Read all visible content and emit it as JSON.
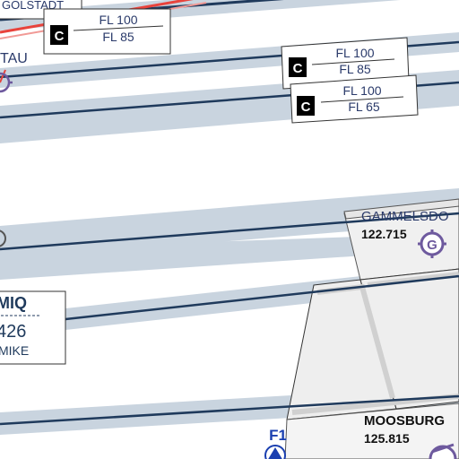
{
  "labels": {
    "golstadt": "GOLSTADT",
    "tau": "TAU",
    "gammelsdorf_name": "GAMMELSDO",
    "gammelsdorf_freq": "122.715",
    "moosburg_name": "MOOSBURG",
    "moosburg_freq": "125.815",
    "miq_ident": "MIQ",
    "miq_freq": "426",
    "miq_name": "MIKE",
    "f1": "F1"
  },
  "airspace_boxes": [
    {
      "class": "C",
      "upper": "FL 100",
      "lower": "FL 85"
    },
    {
      "class": "C",
      "upper": "FL 100",
      "lower": "FL 85"
    },
    {
      "class": "C",
      "upper": "FL 100",
      "lower": "FL 65"
    }
  ],
  "icons": {
    "airfield": "airfield-g-icon",
    "vor": "navaid-circle-icon",
    "reporting_point": "reporting-point-triangle-icon"
  },
  "colors": {
    "airway_band": "#c9d4df",
    "airway_line": "#1f3a5c",
    "route_red": "#e8433c",
    "route_blue": "#2a56b8",
    "airfield_purple": "#6e5a9e",
    "ctr_fill": "#eeeeee"
  }
}
